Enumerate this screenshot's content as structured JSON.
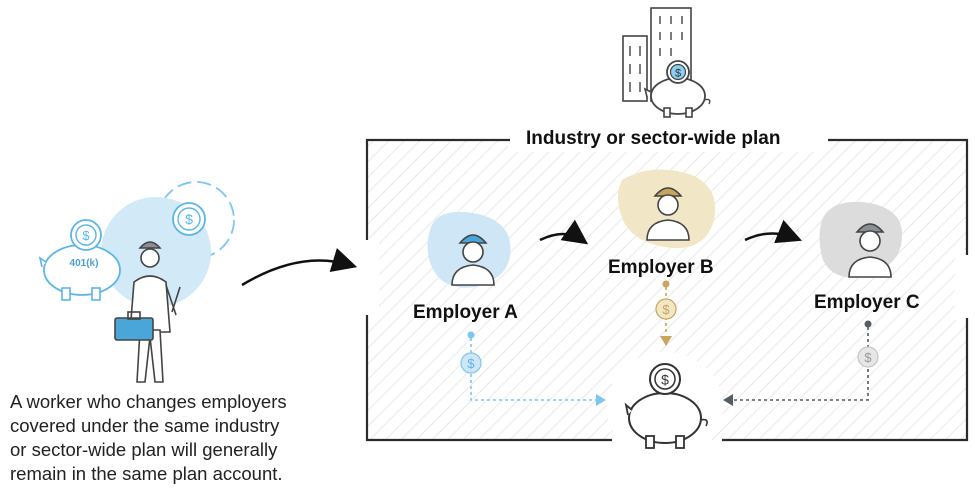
{
  "plan_title": "Industry or sector-wide plan",
  "employers": [
    {
      "label": "Employer A",
      "color": "#cfe6f6"
    },
    {
      "label": "Employer B",
      "color": "#f1e7c6"
    },
    {
      "label": "Employer C",
      "color": "#dcdcdc"
    }
  ],
  "worker": {
    "piggy_label": "401(k)",
    "accent_color": "#5bb6e8",
    "case_color": "#4aa6d8"
  },
  "dollar_symbol": "$",
  "caption": [
    "A worker who changes employers",
    "covered under the same industry",
    "or sector-wide plan will generally",
    "remain in the same plan account."
  ],
  "colors": {
    "outline": "#2b2b2b",
    "hatch": "#e2e2e2",
    "flow_a": "#7cc7ef",
    "flow_b": "#c9a45c",
    "flow_c": "#555b63",
    "coin_c": "#c7c7c7"
  }
}
